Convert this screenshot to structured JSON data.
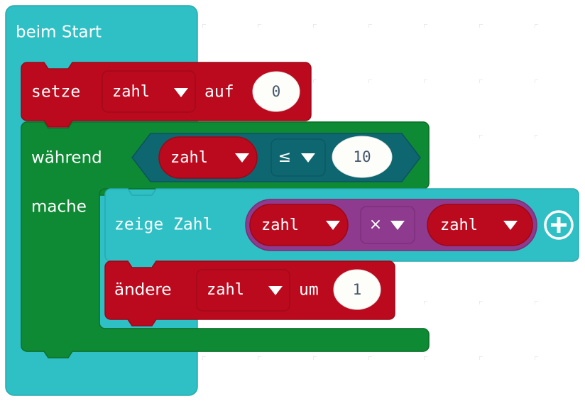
{
  "workspace": {
    "name": "makecode-blocks-workspace",
    "background_color": "#ffffff",
    "grid_marker_color": "#e8e8e8",
    "grid_spacing": 78
  },
  "palette": {
    "event_teal": "#2fc0c5",
    "event_teal_dark": "#27a9ae",
    "loop_green": "#0f8a34",
    "loop_green_dark": "#0c722b",
    "variable_red": "#bb0a1e",
    "variable_red_dark": "#9c0718",
    "logic_teal_dark": "#0e6670",
    "math_purple": "#8e3a8e",
    "math_purple_dark": "#783078",
    "field_white": "#fdfdfa",
    "number_text": "#45586b",
    "label_white": "#ffffff"
  },
  "blocks": {
    "on_start": {
      "label": "beim Start",
      "color": "#2fc0c5"
    },
    "set_variable": {
      "label_prefix": "setze",
      "variable": "zahl",
      "label_mid": "auf",
      "value": "0",
      "color": "#bb0a1e",
      "dropdown_icon": "chevron-down-icon"
    },
    "while_loop": {
      "label_while": "während",
      "label_do": "mache",
      "color": "#0f8a34",
      "condition": {
        "color": "#0e6670",
        "left_variable": "zahl",
        "operator": "≤",
        "right_value": "10",
        "dropdown_icon": "chevron-down-icon"
      }
    },
    "show_number": {
      "label": "zeige Zahl",
      "color": "#2fc0c5",
      "expand_icon": "plus-circle-icon",
      "expression": {
        "color": "#8e3a8e",
        "left_variable": "zahl",
        "operator": "×",
        "right_variable": "zahl",
        "dropdown_icon": "chevron-down-icon"
      }
    },
    "change_variable": {
      "label_prefix": "ändere",
      "variable": "zahl",
      "label_mid": "um",
      "value": "1",
      "color": "#bb0a1e",
      "dropdown_icon": "chevron-down-icon"
    }
  }
}
